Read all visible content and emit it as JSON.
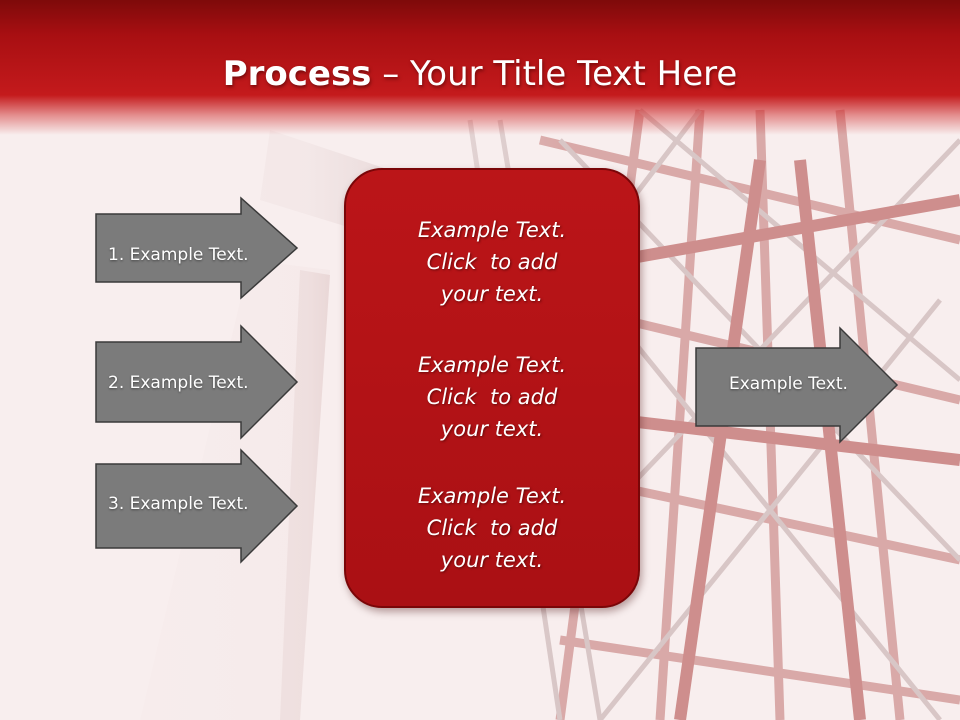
{
  "slide": {
    "title_bold": "Process",
    "title_rest": " – Your Title Text Here",
    "input_steps": [
      {
        "label": "1. Example Text."
      },
      {
        "label": "2. Example Text."
      },
      {
        "label": "3. Example Text."
      }
    ],
    "center_blocks": [
      {
        "line1": "Example Text.",
        "line2": "Click  to add",
        "line3": "your text."
      },
      {
        "line1": "Example Text.",
        "line2": "Click  to add",
        "line3": "your text."
      },
      {
        "line1": "Example Text.",
        "line2": "Click  to add",
        "line3": "your text."
      }
    ],
    "output_step": {
      "label": "Example Text."
    }
  },
  "colors": {
    "header_dark": "#7e0a0a",
    "header_red": "#c41a1c",
    "center_box": "#b31317",
    "arrow_gray": "#7b7b7b",
    "arrow_border": "#3a3a3a",
    "background": "#f8eeee"
  }
}
